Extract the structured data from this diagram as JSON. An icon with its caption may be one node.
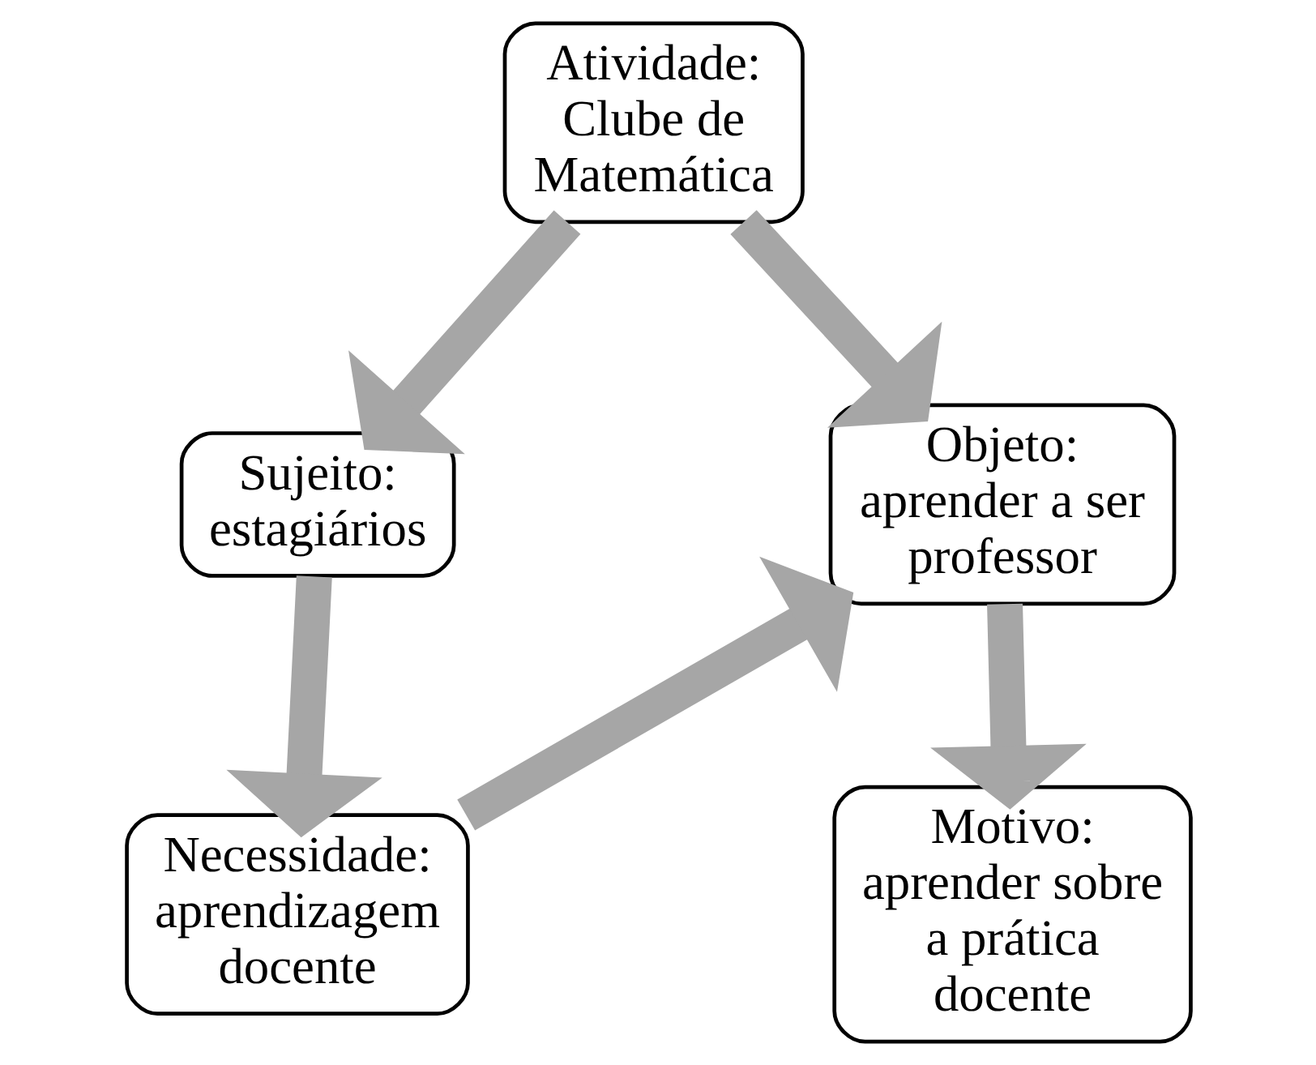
{
  "diagram": {
    "nodes": [
      {
        "text": [
          "Atividade: Clube de Matemática"
        ]
      },
      {
        "text": [
          "Sujeito: estagiários"
        ]
      },
      {
        "text": [
          "Objeto: aprender a ser professor"
        ]
      },
      {
        "text": [
          "Necessidade: aprendizagem docente"
        ]
      },
      {
        "text": [
          "Motivo: aprender sobre a prática docente"
        ]
      }
    ],
    "edges": [
      {
        "from": 0,
        "to": 1,
        "arrow": "to"
      },
      {
        "from": 0,
        "to": 2,
        "arrow": "to"
      },
      {
        "from": 1,
        "to": 3,
        "arrow": "to"
      },
      {
        "from": 3,
        "to": 2,
        "arrow": "to"
      },
      {
        "from": 2,
        "to": 4,
        "arrow": "to"
      }
    ]
  }
}
